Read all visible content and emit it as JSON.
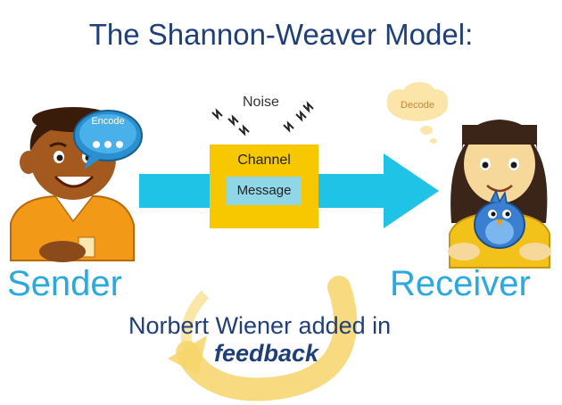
{
  "title": "The Shannon-Weaver Model:",
  "noise": {
    "label": "Noise"
  },
  "channel": {
    "label": "Channel",
    "message_label": "Message"
  },
  "sender": {
    "label": "Sender",
    "thought_label": "Encode"
  },
  "receiver": {
    "label": "Receiver",
    "thought_label": "Decode"
  },
  "feedback": {
    "line1": "Norbert Wiener added in",
    "line2": "feedback"
  },
  "colors": {
    "title": "#1f3f7a",
    "arrow": "#1ec3e6",
    "channel_box": "#f7c800",
    "message_box": "#8fd6e6",
    "person_label": "#29a9e0",
    "feedback_arrow": "#f7d56a"
  }
}
